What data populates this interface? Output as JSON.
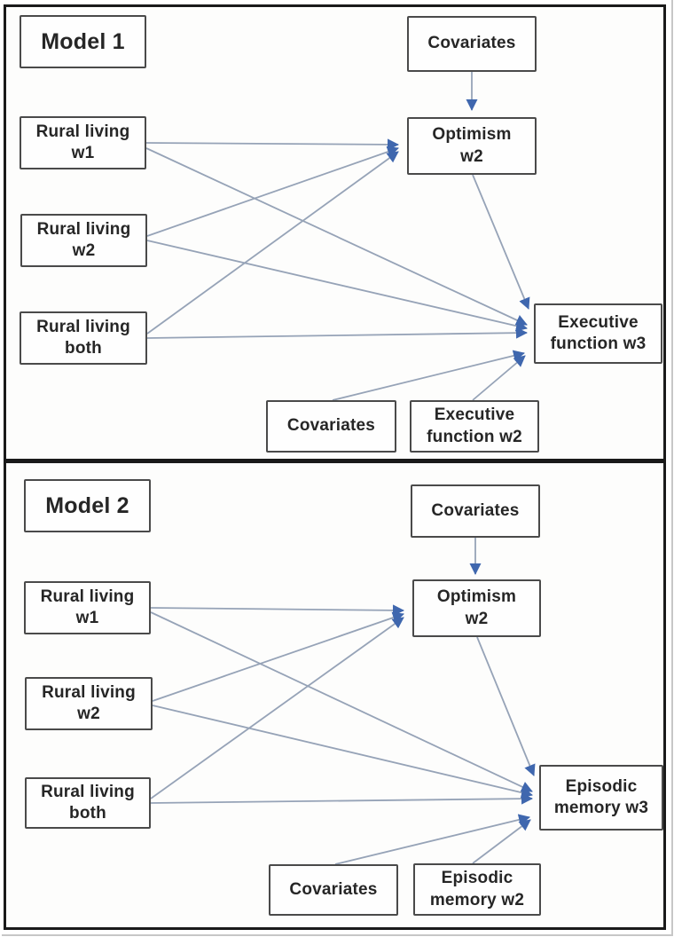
{
  "colors": {
    "edge_line": "#96a3b7",
    "arrowhead": "#3f67ae",
    "box_border": "#4a4a4a",
    "panel_border": "#1a1a1a",
    "text": "#262626"
  },
  "models": [
    {
      "nodes": {
        "model_label": "Model 1",
        "covariates_top": "Covariates",
        "optimism": "Optimism\nw2",
        "rural_w1": "Rural living\nw1",
        "rural_w2": "Rural living\nw2",
        "rural_both": "Rural living\nboth",
        "outcome_w3": "Executive\nfunction w3",
        "covariates_bottom": "Covariates",
        "outcome_w2": "Executive\nfunction w2"
      },
      "edges": [
        {
          "from": "covariates_top",
          "to": "optimism"
        },
        {
          "from": "rural_w1",
          "to": "optimism"
        },
        {
          "from": "rural_w2",
          "to": "optimism"
        },
        {
          "from": "rural_both",
          "to": "optimism"
        },
        {
          "from": "rural_w1",
          "to": "outcome_w3"
        },
        {
          "from": "rural_w2",
          "to": "outcome_w3"
        },
        {
          "from": "rural_both",
          "to": "outcome_w3"
        },
        {
          "from": "optimism",
          "to": "outcome_w3"
        },
        {
          "from": "covariates_bottom",
          "to": "outcome_w3"
        },
        {
          "from": "outcome_w2",
          "to": "outcome_w3"
        }
      ]
    },
    {
      "nodes": {
        "model_label": "Model 2",
        "covariates_top": "Covariates",
        "optimism": "Optimism\nw2",
        "rural_w1": "Rural living\nw1",
        "rural_w2": "Rural living\nw2",
        "rural_both": "Rural living\nboth",
        "outcome_w3": "Episodic\nmemory w3",
        "covariates_bottom": "Covariates",
        "outcome_w2": "Episodic\nmemory w2"
      },
      "edges": [
        {
          "from": "covariates_top",
          "to": "optimism"
        },
        {
          "from": "rural_w1",
          "to": "optimism"
        },
        {
          "from": "rural_w2",
          "to": "optimism"
        },
        {
          "from": "rural_both",
          "to": "optimism"
        },
        {
          "from": "rural_w1",
          "to": "outcome_w3"
        },
        {
          "from": "rural_w2",
          "to": "outcome_w3"
        },
        {
          "from": "rural_both",
          "to": "outcome_w3"
        },
        {
          "from": "optimism",
          "to": "outcome_w3"
        },
        {
          "from": "covariates_bottom",
          "to": "outcome_w3"
        },
        {
          "from": "outcome_w2",
          "to": "outcome_w3"
        }
      ]
    }
  ]
}
